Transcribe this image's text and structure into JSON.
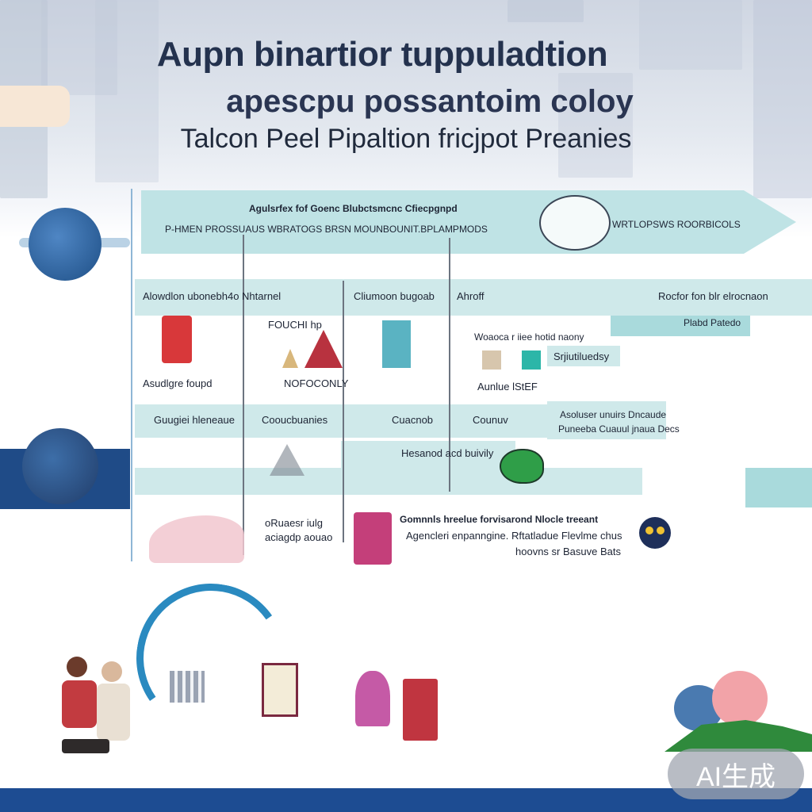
{
  "title": {
    "line1": "Aupn binartior tuppuladtion",
    "line2": "apescpu possantoim coloy",
    "line3": "Talcon Peel Pipaltion fricjpot Preanies"
  },
  "board": {
    "header_line1": "Agulsrfex fof Goenc Blubctsmcnc Cfiecpgnpd",
    "header_line2": "P-HMEN PROSSUAUS WBRATOGS BRSN MOUNBOUNIT.BPLAMPMODS",
    "header_right": "WRTLOPSWS ROORBICOLS",
    "row1_col1": "Alowdlon ubonebh4o Nhtarnel",
    "row1_col2": "Cliumoon bugoab",
    "row1_col3": "Ahroff",
    "row1_right": "Rocfor fon blr elrocnaon",
    "right_tag": "Plabd Patedo",
    "item_fouchi": "FOUCHI hp",
    "item_middle": "Woaoca r iiee hotid naony",
    "item_middle2": "Srjiutiluedsy",
    "cap_left": "Asudlgre foupd",
    "cap_mid": "NOFOCONLY",
    "cap_right": "Aunlue lStEF",
    "row2_col1": "Guugiei hleneaue",
    "row2_col2": "Cooucbuanies",
    "row2_col3": "Cuacnob",
    "row2_col4": "Counuv",
    "row2_right_a": "Asoluser unuirs Dncaude",
    "row2_right_b": "Puneeba Cuauul jnaua Decs",
    "row3_label": "Hesanod acd buivily",
    "row4_col1": "oRuaesr iulg",
    "row4_col2": "aciagdp aouao",
    "para1": "Gomnnls hreelue forvisarond Nlocle treeant",
    "para2": "Agencleri enpanngine. Rftatladue Flevlme chus",
    "para3": "hoovns sr Basuve Bats"
  },
  "badge": {
    "label": "AI生成"
  },
  "colors": {
    "band": "#cfe9ea",
    "band_dark": "#a9dadc",
    "title": "#24324e",
    "bottom_bar": "#1d4c92"
  }
}
